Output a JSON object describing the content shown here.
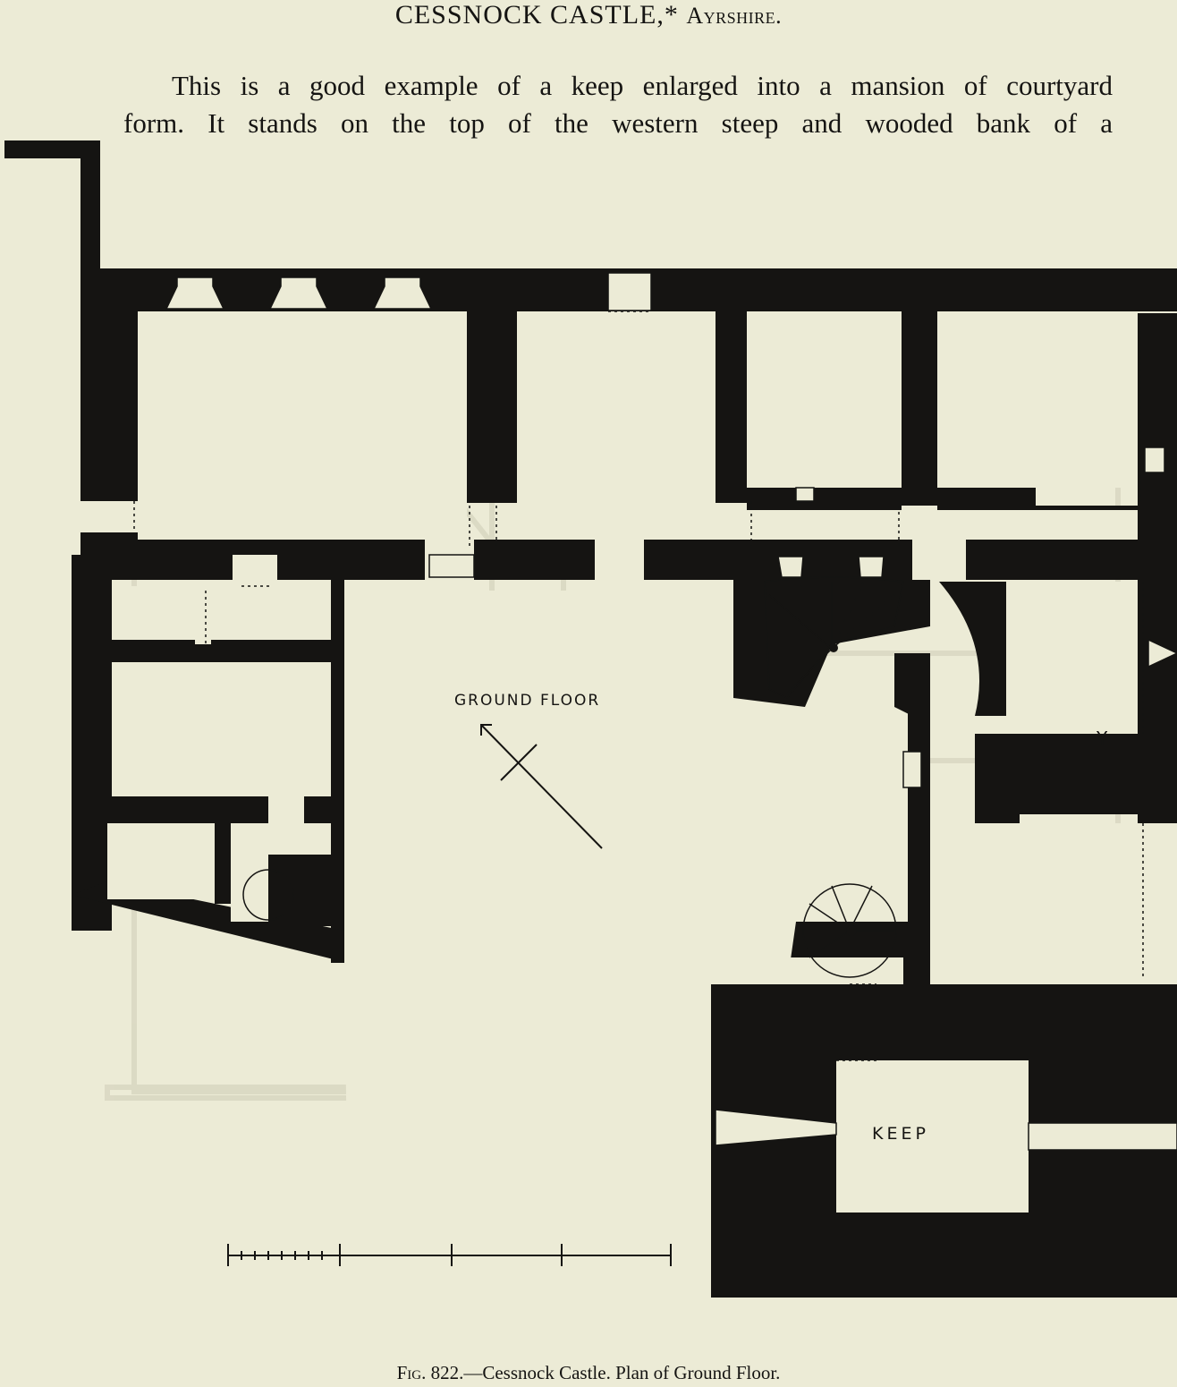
{
  "heading": {
    "title": "CESSNOCK CASTLE,*",
    "county": "Ayrshire."
  },
  "paragraph": {
    "line1": "This is a good example of a keep enlarged into a mansion of courtyard",
    "line2": "form.  It stands on the top of the western steep and wooded bank of a"
  },
  "plan": {
    "ground_floor_label": "GROUND FLOOR",
    "keep_label": "KEEP",
    "y_mark": "Y"
  },
  "caption": {
    "fig": "Fig. 822.",
    "text": "—Cessnock Castle.  Plan of Ground Floor."
  }
}
